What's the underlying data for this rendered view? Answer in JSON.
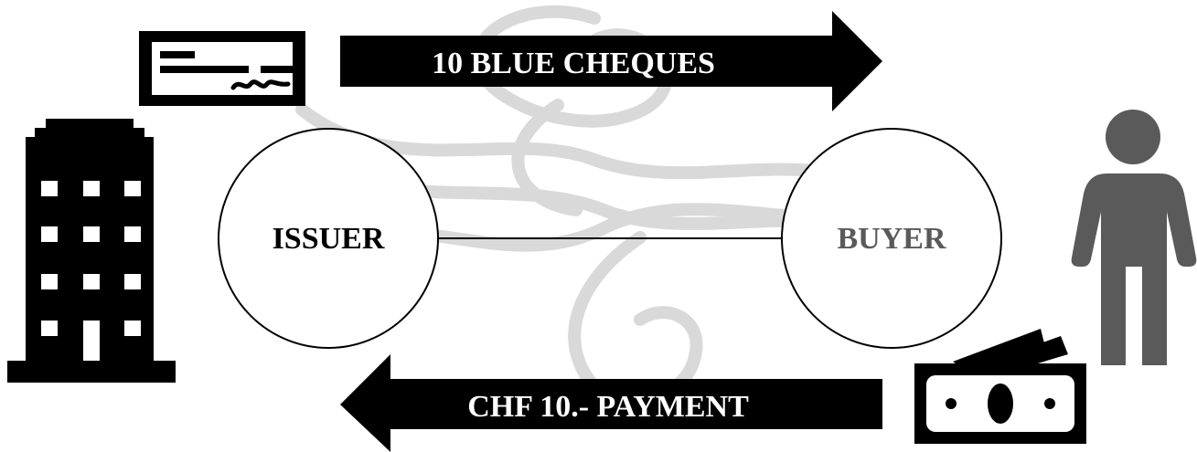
{
  "diagram": {
    "arrow_top": {
      "label": "10 BLUE CHEQUES",
      "direction": "right"
    },
    "arrow_bottom": {
      "label": "CHF 10.- PAYMENT",
      "direction": "left"
    },
    "issuer": {
      "label": "ISSUER",
      "icon": "building-icon",
      "color": "#000000"
    },
    "buyer": {
      "label": "BUYER",
      "icon": "person-icon",
      "color": "#5a5a5a"
    },
    "icons": {
      "cheque": "cheque-icon",
      "money": "banknotes-icon",
      "background": "flourish-watermark"
    }
  }
}
